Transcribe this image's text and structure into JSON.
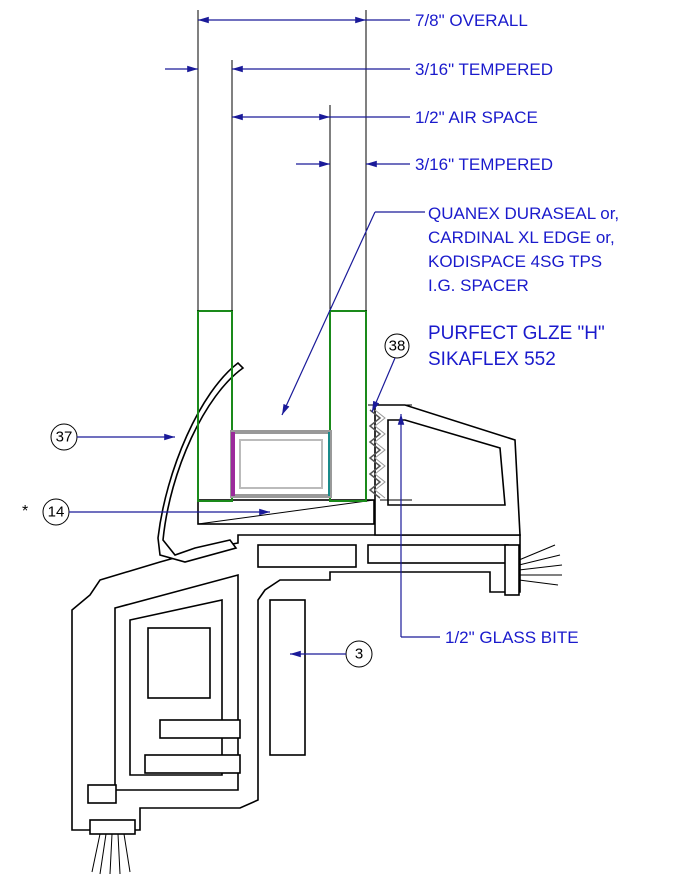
{
  "dimensions": {
    "overall": "7/8\"  OVERALL",
    "outer_glass": "3/16\"  TEMPERED",
    "air_space": "1/2\"  AIR SPACE",
    "inner_glass": "3/16\"  TEMPERED",
    "glass_bite": "1/2\"  GLASS BITE"
  },
  "spacer_note": {
    "line1": "QUANEX DURASEAL or,",
    "line2": "CARDINAL XL EDGE or,",
    "line3": "KODISPACE 4SG TPS",
    "line4": "I.G. SPACER"
  },
  "glazing_note": {
    "line1": "PURFECT GLZE \"H\"",
    "line2": "SIKAFLEX 552"
  },
  "callouts": {
    "c38": "38",
    "c37": "37",
    "c14": "14",
    "c3": "3",
    "asterisk": "*"
  },
  "colors": {
    "dimension_line": "#1a1a99",
    "glass": "#1a8a1a",
    "spacer_seal": "#9b2a9b",
    "spacer_body": "#999999"
  }
}
